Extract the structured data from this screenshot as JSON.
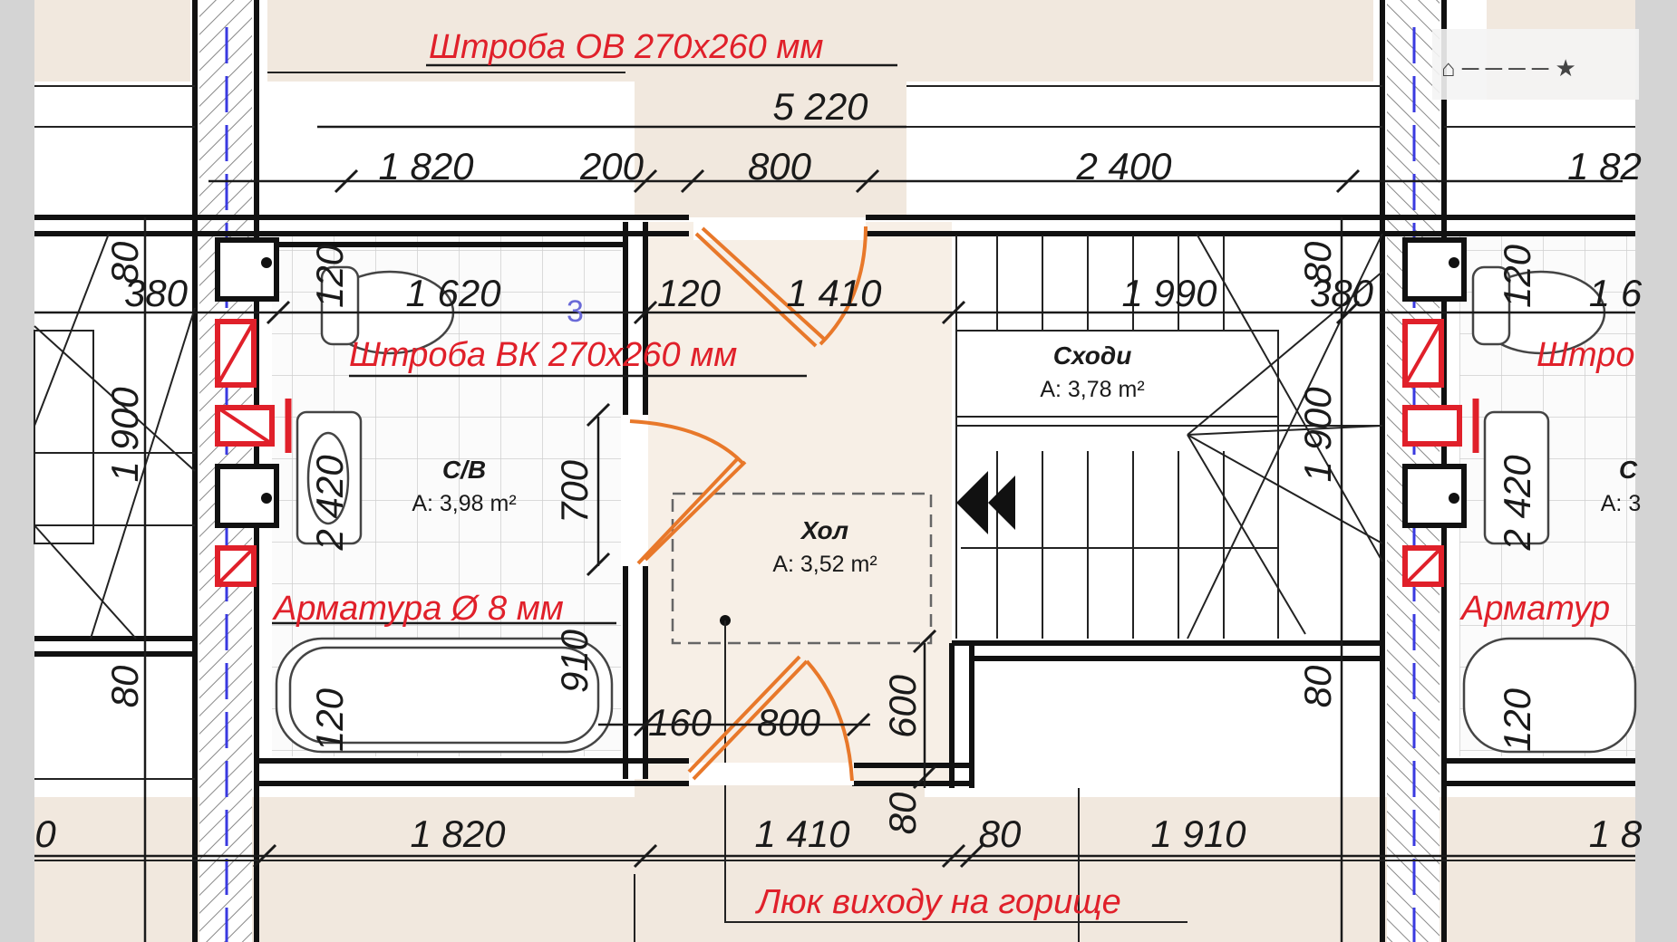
{
  "notes": {
    "shaft_ov": "Штроба ОВ 270х260 мм",
    "shaft_vk": "Штроба ВК 270х260 мм",
    "rebar": "Арматура Ø 8 мм",
    "attic_hatch": "Люк виходу на горище"
  },
  "rooms": {
    "bathroom": {
      "name": "С/В",
      "area": "А: 3,98 m²",
      "number": "3"
    },
    "hall": {
      "name": "Хол",
      "area": "А: 3,52 m²"
    },
    "stairs": {
      "name": "Сходи",
      "area": "А: 3,78 m²"
    }
  },
  "right_clip": {
    "shaft_vk_partial": "Штро",
    "rebar_partial": "Арматур",
    "bathroom_partial": "С",
    "area_partial": "А: 3"
  },
  "dimensions": {
    "top_total": "5 220",
    "top_1820": "1 820",
    "top_200": "200",
    "top_800": "800",
    "top_2400": "2 400",
    "top_right_partial": "1 82",
    "r1_380_left": "380",
    "r1_1620": "1 620",
    "r1_120": "120",
    "r1_1410": "1 410",
    "r1_1990": "1 990",
    "r1_380_right": "380",
    "r1_right_partial": "1 6",
    "v_80_left": "80",
    "v_120_left": "120",
    "v_80_right": "80",
    "v_120_right": "120",
    "v_1900_left": "1 900",
    "v_1900_right": "1 900",
    "v_2420_left": "2 420",
    "v_2420_right": "2 420",
    "v_700": "700",
    "v_910": "910",
    "v_80_lower_left": "80",
    "v_120_lower_left": "120",
    "v_600": "600",
    "v_80_lower_right": "80",
    "v_120_lower_right": "120",
    "v_80_bottom": "80",
    "r2_160": "160",
    "r2_800": "800",
    "bottom_left_partial": "0",
    "bottom_1820": "1 820",
    "bottom_1410": "1 410",
    "bottom_80": "80",
    "bottom_1910": "1 910",
    "bottom_right_partial": "1 8"
  },
  "colors": {
    "wall": "#111111",
    "dimension_line": "#1a1a1a",
    "annotation_red": "#e0202a",
    "door_orange": "#e8782a",
    "riser_blue": "#3a3ae0",
    "background_beige": "#f1e8de",
    "tile_grid": "#c9c9c9"
  }
}
